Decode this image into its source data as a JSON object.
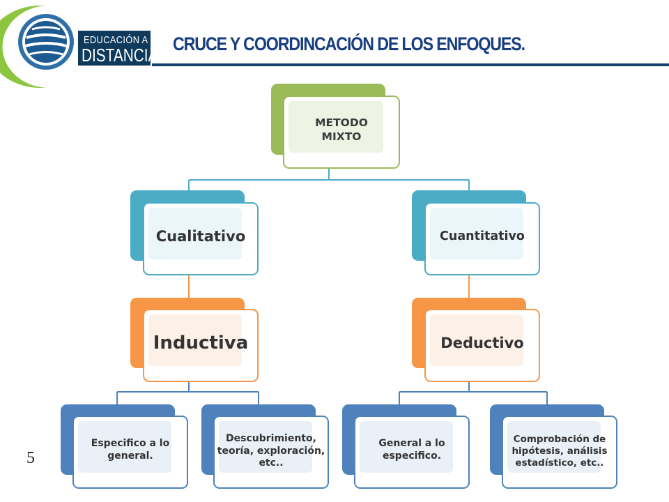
{
  "header": {
    "logo_text_line1": "EDUCACIÓN A",
    "logo_text_line2": "DISTANCIA",
    "title": "CRUCE Y COORDINCACIÓN  DE LOS ENFOQUES."
  },
  "diagram": {
    "root": "METODO MIXTO",
    "left": {
      "branch": "Cualitativo",
      "method": "Inductiva",
      "leaves": [
        "Especifico a lo general.",
        "Descubrimiento, teoría, exploración, etc.."
      ]
    },
    "right": {
      "branch": "Cuantitativo",
      "method": "Deductivo",
      "leaves": [
        "General a lo especifico.",
        "Comprobación de hipótesis, análisis estadístico, etc.."
      ]
    }
  },
  "colors": {
    "root": "#9bbb59",
    "branch": "#4bacc6",
    "method": "#f79646",
    "leaf": "#4f81bd",
    "title": "#163d7e"
  },
  "page_number": "5"
}
